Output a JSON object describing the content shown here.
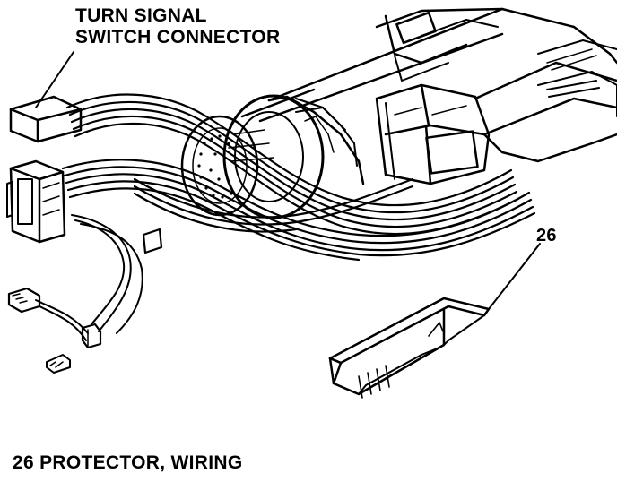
{
  "labels": {
    "connector_line1": "TURN SIGNAL",
    "connector_line2": "SWITCH CONNECTOR",
    "callout_number": "26",
    "legend": "26 PROTECTOR, WIRING"
  },
  "colors": {
    "ink": "#000000",
    "paper": "#ffffff"
  }
}
